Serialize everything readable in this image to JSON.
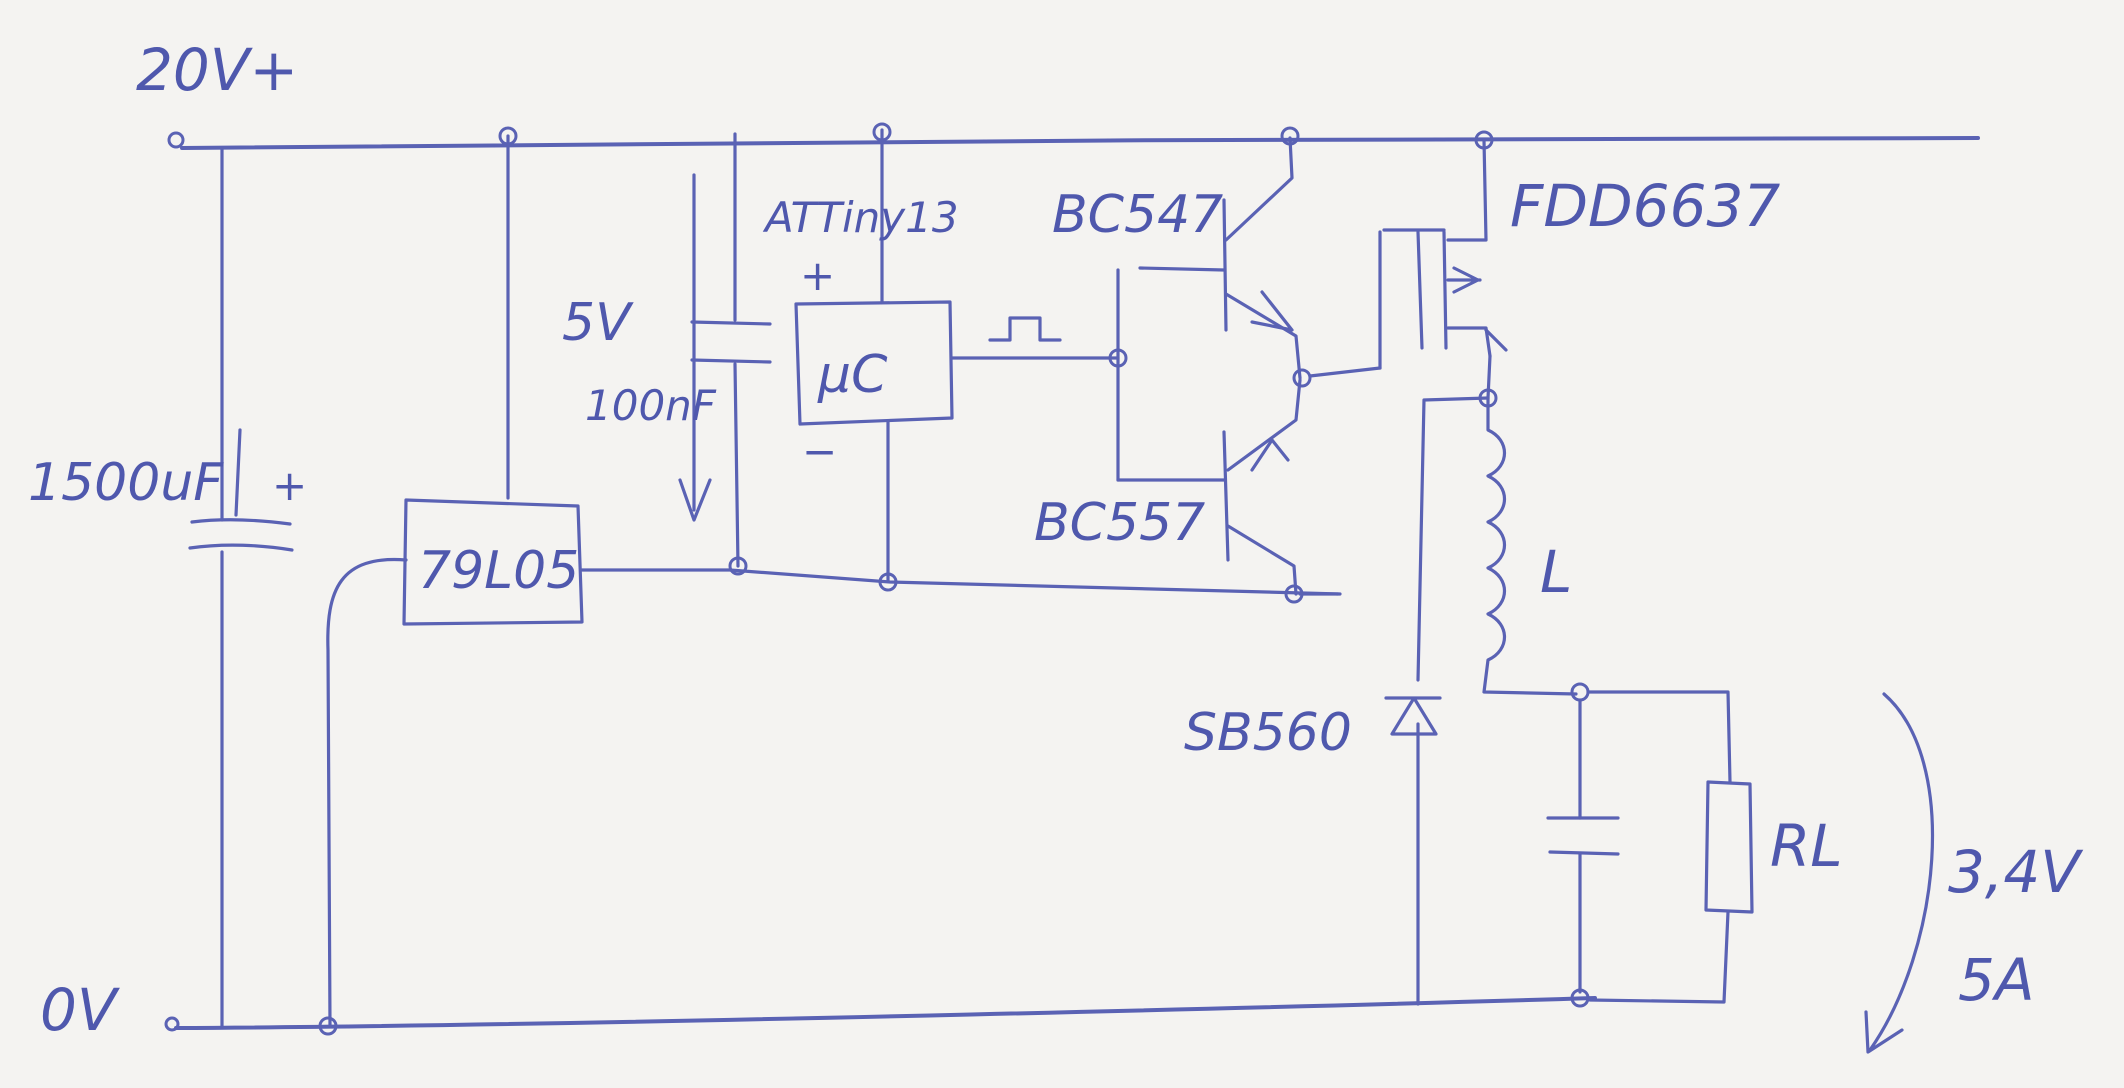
{
  "labels": {
    "supply_plus": "20V+",
    "ground": "0V",
    "cap_bulk": "1500uF",
    "cap_bulk_plus": "+",
    "regulator": "79L05",
    "reg_out_voltage": "5V",
    "cap_decoupling": "100nF",
    "mcu_name": "ATTiny13",
    "mcu_symbol": "μC",
    "mcu_plus": "+",
    "mcu_minus": "−",
    "pwm_symbol": "⊓⊔",
    "npn": "BC547",
    "pnp": "BC557",
    "mosfet": "FDD6637",
    "diode": "SB560",
    "inductor": "L",
    "load": "RL",
    "out_voltage": "3,4V",
    "out_current": "5A"
  }
}
